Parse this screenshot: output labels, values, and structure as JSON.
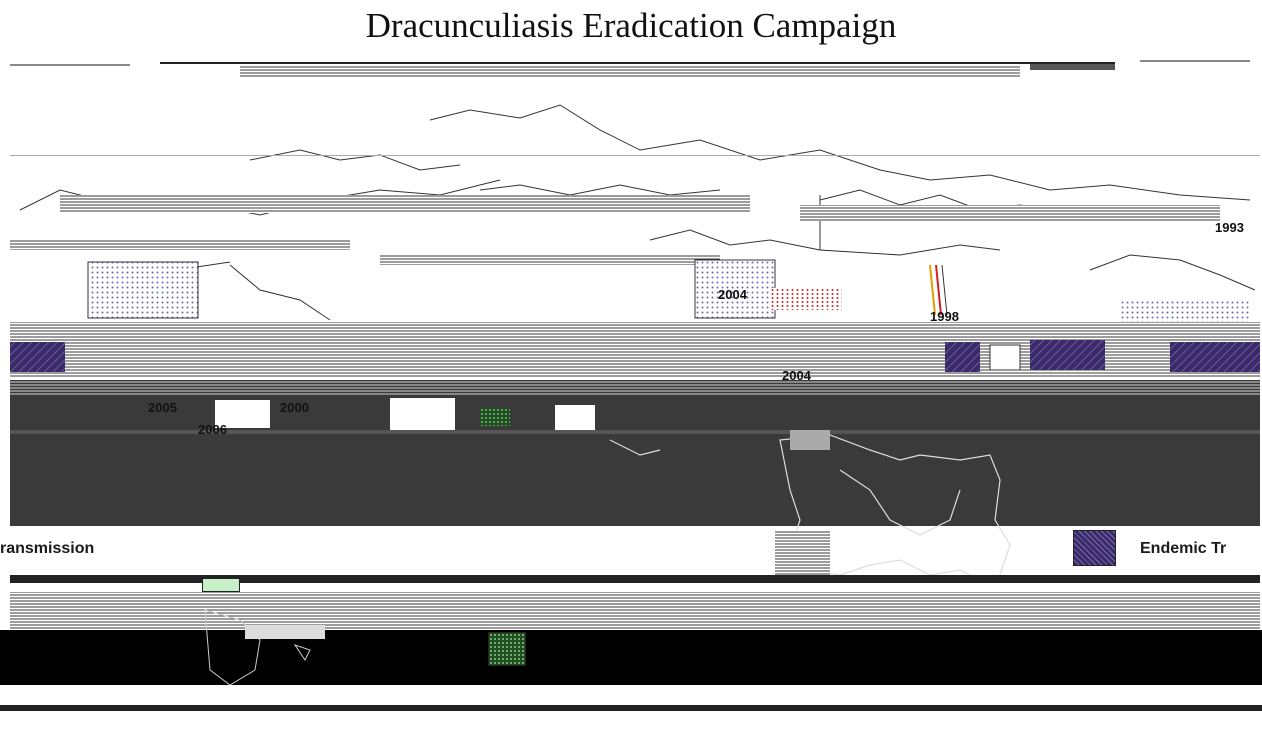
{
  "map": {
    "title": "Dracunculiasis Eradication Campaign",
    "colors": {
      "background": "#ffffff",
      "dark_band": "#3a3a3a",
      "black_band": "#000000",
      "endemic": "#3a2a6a",
      "endemic_hatch": "#6a5a9a",
      "certified": "#c8f0c8",
      "precertification": "#2e6b2e",
      "dotted_fill": "#b8b8d8",
      "red_dots": "#cc2222"
    },
    "year_labels": [
      {
        "id": "year-1993",
        "text": "1993"
      },
      {
        "id": "year-2004a",
        "text": "2004"
      },
      {
        "id": "year-1998",
        "text": "1998"
      },
      {
        "id": "year-2004b",
        "text": "2004"
      },
      {
        "id": "year-2005",
        "text": "2005"
      },
      {
        "id": "year-2006",
        "text": "2006"
      },
      {
        "id": "year-2000",
        "text": "2000"
      }
    ],
    "legend": {
      "left_label": "ransmission",
      "right_label": "Endemic Tr"
    }
  }
}
